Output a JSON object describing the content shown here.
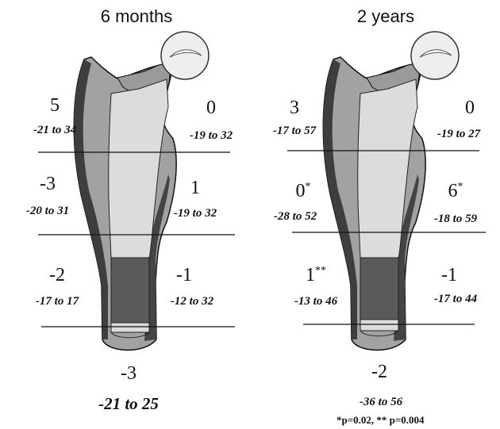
{
  "panels": [
    {
      "title": "6 months",
      "zones": [
        {
          "value": "5",
          "mark": "",
          "range": "-21 to 34"
        },
        {
          "value": "0",
          "mark": "",
          "range": "-19 to 32"
        },
        {
          "value": "-3",
          "mark": "",
          "range": "-20 to 31"
        },
        {
          "value": "1",
          "mark": "",
          "range": "-19 to 32"
        },
        {
          "value": "-2",
          "mark": "",
          "range": "-17 to 17"
        },
        {
          "value": "-1",
          "mark": "",
          "range": "-12 to 32"
        },
        {
          "value": "-3",
          "mark": "",
          "range": "-21 to 25"
        }
      ]
    },
    {
      "title": "2 years",
      "zones": [
        {
          "value": "3",
          "mark": "",
          "range": "-17 to 57"
        },
        {
          "value": "0",
          "mark": "",
          "range": "-19 to 27"
        },
        {
          "value": "0",
          "mark": "*",
          "range": "-28 to 52"
        },
        {
          "value": "6",
          "mark": "*",
          "range": "-18 to 59"
        },
        {
          "value": "1",
          "mark": "**",
          "range": "-13 to 46"
        },
        {
          "value": "-1",
          "mark": "",
          "range": "-17 to 44"
        },
        {
          "value": "-2",
          "mark": "",
          "range": "-36 to 56"
        }
      ]
    }
  ],
  "footnote": "*p=0.02,  ** p=0.004",
  "colors": {
    "cortex": "#9c9c9c",
    "cortex_dark": "#3c3c3c",
    "implant": "#dedede",
    "cement_tip": "#5a5a5a",
    "head": "#eeeeee",
    "outline": "#111111"
  }
}
